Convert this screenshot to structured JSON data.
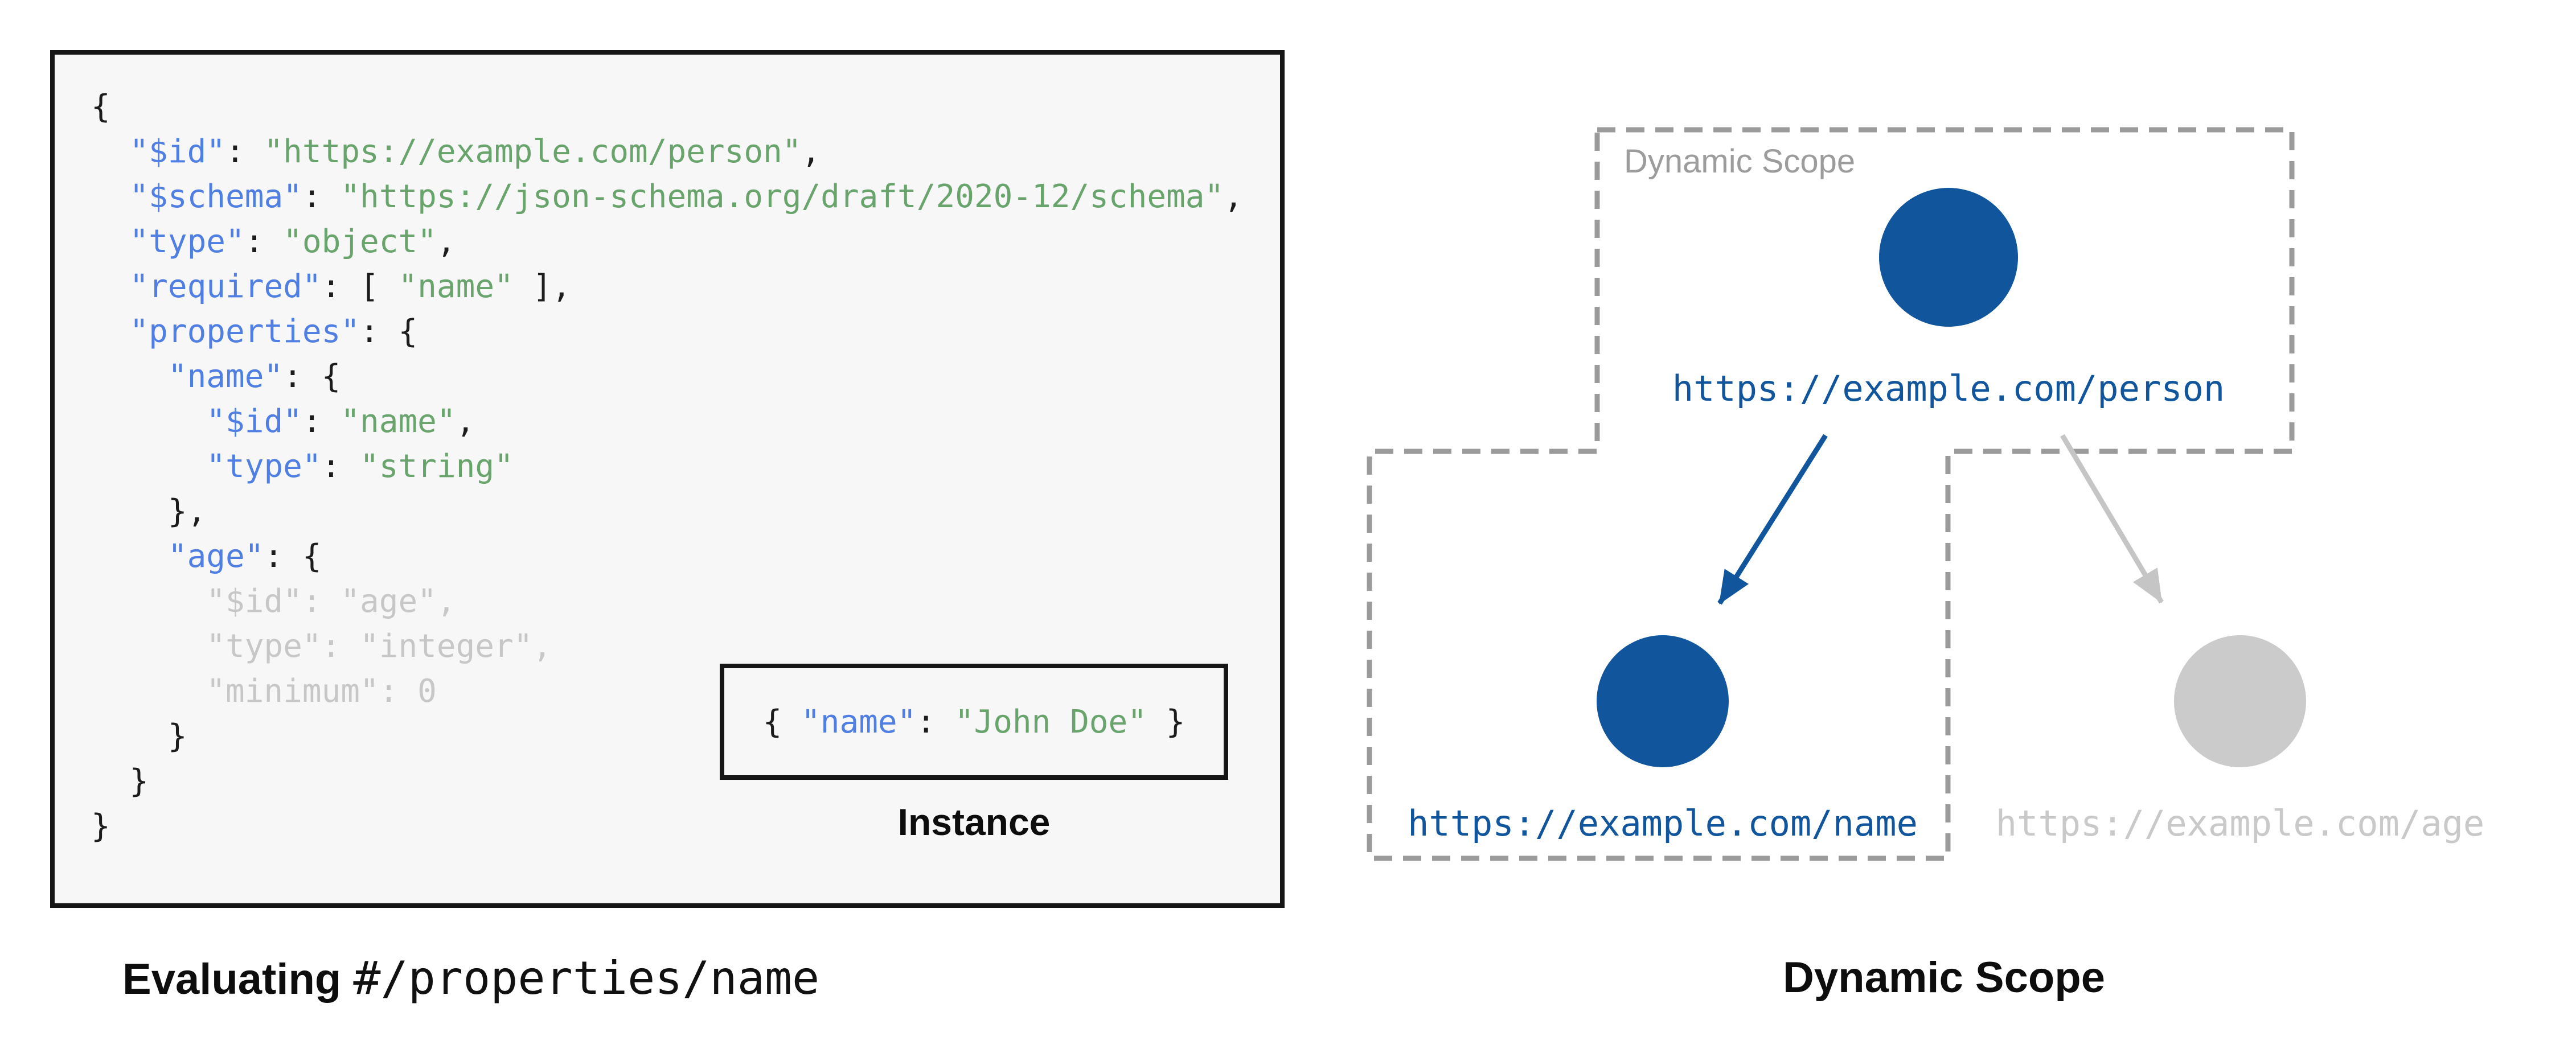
{
  "palette": {
    "accent_blue": "#11559c",
    "inactive_gray": "#cbcbcb",
    "code_key_blue": "#4f7fe3",
    "code_string_green": "#68a46c",
    "code_muted_gray": "#c7c7c7",
    "dash_gray": "#9b9b9b",
    "panel_background": "#f7f7f8"
  },
  "schema_panel": {
    "code_lines": [
      [
        {
          "t": "{",
          "c": "p"
        }
      ],
      [
        {
          "t": "  ",
          "c": "p"
        },
        {
          "t": "\"$id\"",
          "c": "k"
        },
        {
          "t": ": ",
          "c": "p"
        },
        {
          "t": "\"https://example.com/person\"",
          "c": "s"
        },
        {
          "t": ",",
          "c": "p"
        }
      ],
      [
        {
          "t": "  ",
          "c": "p"
        },
        {
          "t": "\"$schema\"",
          "c": "k"
        },
        {
          "t": ": ",
          "c": "p"
        },
        {
          "t": "\"https://json-schema.org/draft/2020-12/schema\"",
          "c": "s"
        },
        {
          "t": ",",
          "c": "p"
        }
      ],
      [
        {
          "t": "  ",
          "c": "p"
        },
        {
          "t": "\"type\"",
          "c": "k"
        },
        {
          "t": ": ",
          "c": "p"
        },
        {
          "t": "\"object\"",
          "c": "s"
        },
        {
          "t": ",",
          "c": "p"
        }
      ],
      [
        {
          "t": "  ",
          "c": "p"
        },
        {
          "t": "\"required\"",
          "c": "k"
        },
        {
          "t": ": [ ",
          "c": "p"
        },
        {
          "t": "\"name\"",
          "c": "s"
        },
        {
          "t": " ],",
          "c": "p"
        }
      ],
      [
        {
          "t": "  ",
          "c": "p"
        },
        {
          "t": "\"properties\"",
          "c": "k"
        },
        {
          "t": ": {",
          "c": "p"
        }
      ],
      [
        {
          "t": "    ",
          "c": "p"
        },
        {
          "t": "\"name\"",
          "c": "k"
        },
        {
          "t": ": {",
          "c": "p"
        }
      ],
      [
        {
          "t": "      ",
          "c": "p"
        },
        {
          "t": "\"$id\"",
          "c": "k"
        },
        {
          "t": ": ",
          "c": "p"
        },
        {
          "t": "\"name\"",
          "c": "s"
        },
        {
          "t": ",",
          "c": "p"
        }
      ],
      [
        {
          "t": "      ",
          "c": "p"
        },
        {
          "t": "\"type\"",
          "c": "k"
        },
        {
          "t": ": ",
          "c": "p"
        },
        {
          "t": "\"string\"",
          "c": "s"
        }
      ],
      [
        {
          "t": "    },",
          "c": "p"
        }
      ],
      [
        {
          "t": "    ",
          "c": "p"
        },
        {
          "t": "\"age\"",
          "c": "k"
        },
        {
          "t": ": {",
          "c": "p"
        }
      ],
      [
        {
          "t": "      \"$id\": \"age\",",
          "c": "m"
        }
      ],
      [
        {
          "t": "      \"type\": \"integer\",",
          "c": "m"
        }
      ],
      [
        {
          "t": "      \"minimum\": 0",
          "c": "m"
        }
      ],
      [
        {
          "t": "    }",
          "c": "p"
        }
      ],
      [
        {
          "t": "  }",
          "c": "p"
        }
      ],
      [
        {
          "t": "}",
          "c": "p"
        }
      ]
    ],
    "caption": {
      "prefix": "Evaluating ",
      "pointer": "#/properties/name"
    }
  },
  "instance_box": {
    "label": "Instance",
    "segments": [
      {
        "t": "{ ",
        "c": "p"
      },
      {
        "t": "\"name\"",
        "c": "k"
      },
      {
        "t": ": ",
        "c": "p"
      },
      {
        "t": "\"John Doe\"",
        "c": "s"
      },
      {
        "t": " }",
        "c": "p"
      }
    ]
  },
  "scope_diagram": {
    "region_label": "Dynamic Scope",
    "caption": "Dynamic Scope",
    "nodes": [
      {
        "id": "person",
        "url": "https://example.com/person",
        "state": "in-scope"
      },
      {
        "id": "name",
        "url": "https://example.com/name",
        "state": "in-scope"
      },
      {
        "id": "age",
        "url": "https://example.com/age",
        "state": "out-of-scope"
      }
    ]
  }
}
